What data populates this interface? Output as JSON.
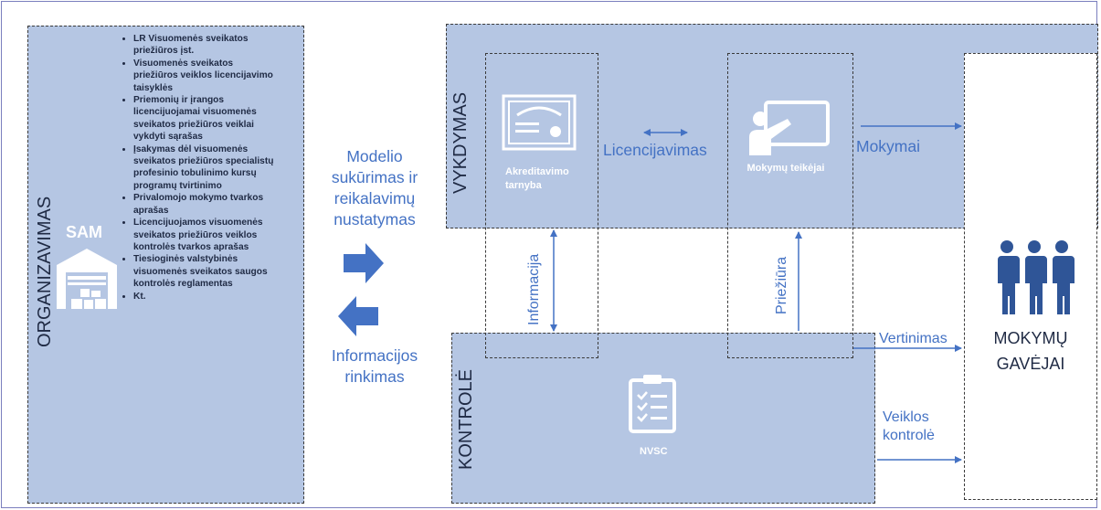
{
  "organizavimas": {
    "label": "ORGANIZAVIMAS",
    "sam_label": "SAM",
    "laws": [
      "LR Visuomenės sveikatos priežiūros įst.",
      "Visuomenės sveikatos priežiūros veiklos licencijavimo taisyklės",
      "Priemonių ir įrangos licencijuojamai visuomenės sveikatos priežiūros veiklai vykdyti sąrašas",
      "Įsakymas dėl visuomenės sveikatos priežiūros specialistų profesinio tobulinimo kursų programų tvirtinimo",
      "Privalomojo mokymo tvarkos aprašas",
      "Licencijuojamos visuomenės sveikatos priežiūros veiklos kontrolės tvarkos aprašas",
      "Tiesioginės valstybinės visuomenės sveikatos saugos kontrolės reglamentas",
      "Kt."
    ]
  },
  "middle": {
    "top_text": "Modelio sukūrimas ir reikalavimų nustatymas",
    "bottom_text": "Informacijos rinkimas"
  },
  "vykdymas": {
    "label": "VYKDYMAS",
    "akreditavimo": "Akreditavimo tarnyba",
    "mokymu_teikejai": "Mokymų teikėjai",
    "licencijavimas": "Licencijavimas",
    "mokymai": "Mokymai"
  },
  "links": {
    "informacija": "Informacija",
    "prieziura": "Priežiūra",
    "vertinimas": "Vertinimas",
    "veiklos_kontrole": "Veiklos kontrolė"
  },
  "kontrole": {
    "label": "KONTROLĖ",
    "nvsc": "NVSC"
  },
  "gavejai": {
    "label": "MOKYMŲ GAVĖJAI"
  },
  "colors": {
    "band": "#b5c6e3",
    "arrow_blue": "#4472c4",
    "text_blue": "#4472c4"
  }
}
